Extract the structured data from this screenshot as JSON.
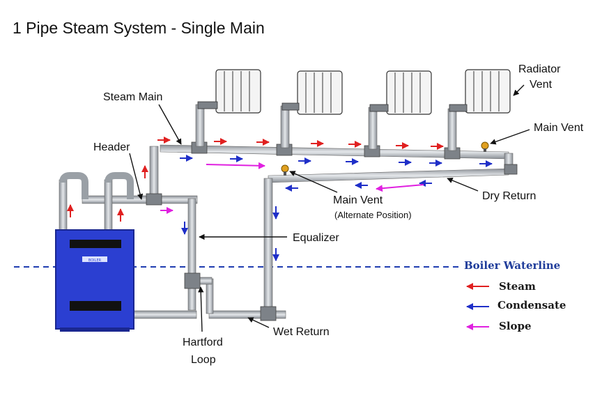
{
  "title": "1 Pipe Steam System - Single Main",
  "labels": {
    "steam_main": "Steam Main",
    "header": "Header",
    "radiator_vent_1": "Radiator",
    "radiator_vent_2": "Vent",
    "main_vent": "Main Vent",
    "main_vent_alt_1": "Main Vent",
    "main_vent_alt_2": "(Alternate Position)",
    "dry_return": "Dry Return",
    "equalizer": "Equalizer",
    "hartford_loop_1": "Hartford",
    "hartford_loop_2": "Loop",
    "wet_return": "Wet Return",
    "boiler_badge": "BOILER"
  },
  "legend": {
    "waterline": "Boiler Waterline",
    "steam": "Steam",
    "condensate": "Condensate",
    "slope": "Slope"
  },
  "colors": {
    "steam": "#e02020",
    "condensate": "#1f2fc8",
    "slope": "#e020e0",
    "boiler": "#2b3fd1",
    "pipe": "#b8bcc2",
    "waterline": "#1f3cb0",
    "vent": "#e0a020"
  }
}
